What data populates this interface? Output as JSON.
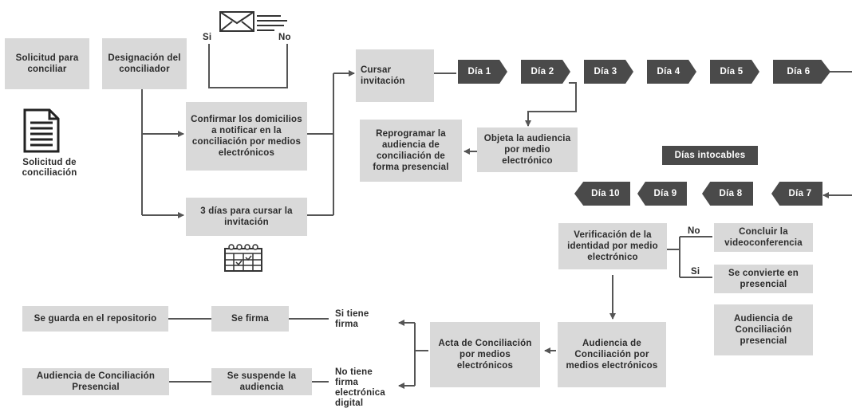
{
  "icons": {
    "envelope": "envelope-icon",
    "document": "document-icon",
    "calendar": "calendar-icon"
  },
  "colors": {
    "box_fill": "#d9d9d9",
    "day_fill": "#4a4a4a",
    "line": "#555555",
    "text": "#2b2b2b"
  },
  "boxes": {
    "solicitud": "Solicitud para conciliar",
    "designacion": "Designación del conciliador",
    "confirmar": "Confirmar los domicilios a notificar en la conciliación por medios electrónicos",
    "tres_dias": "3 días para cursar la invitación",
    "cursar": "Cursar invitación",
    "reprogramar": "Reprogramar la audiencia de conciliación de forma presencial",
    "objeta": "Objeta la audiencia por medio electrónico",
    "verificacion": "Verificación de la identidad por medio electrónico",
    "concluir": "Concluir la videoconferencia",
    "convierte": "Se convierte en presencial",
    "audiencia_presencial": "Audiencia de Conciliación presencial",
    "audiencia_medios": "Audiencia de Conciliación por medios electrónicos",
    "acta": "Acta de Conciliación por medios electrónicos",
    "se_firma": "Se firma",
    "repositorio": "Se guarda en el repositorio",
    "se_suspende": "Se suspende la audiencia",
    "audiencia_conc_presencial": "Audiencia de Conciliación Presencial"
  },
  "labels": {
    "si_top": "Si",
    "no_top": "No",
    "solicitud_doc": "Solicitud de conciliación",
    "dias_intocables": "Días intocables",
    "no_branch": "No",
    "si_branch": "Si",
    "si_tiene_firma": "Si tiene firma",
    "no_tiene_firma": "No tiene firma electrónica digital"
  },
  "days_top": [
    "Día 1",
    "Día 2",
    "Día 3",
    "Día 4",
    "Día 5",
    "Día 6"
  ],
  "days_bottom": [
    "Día 10",
    "Día 9",
    "Día 8",
    "Día 7"
  ]
}
